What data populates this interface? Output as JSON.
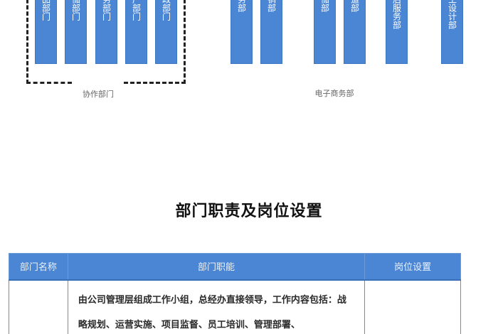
{
  "org_chart": {
    "collab_group": {
      "label": "协作部门",
      "bars": [
        {
          "text": "品部门"
        },
        {
          "text": "储部门"
        },
        {
          "text": "务部门"
        },
        {
          "text": "产部门"
        },
        {
          "text": "政部门"
        }
      ]
    },
    "ecommerce_group": {
      "label": "电子商务部",
      "bars": [
        {
          "text": "务部"
        },
        {
          "text": "销部"
        },
        {
          "text": "储部"
        },
        {
          "text": "道部"
        },
        {
          "text": "后服务部"
        },
        {
          "text": "工设计部"
        }
      ]
    },
    "bar_color": "#4a86d4"
  },
  "section": {
    "title": "部门职责及岗位设置"
  },
  "table": {
    "headers": [
      "部门名称",
      "部门职能",
      "岗位设置"
    ],
    "header_color": "#4a86d4",
    "rows": [
      {
        "name": "",
        "duties": "由公司管理层组成工作小组，总经办直接领导，工作内容包括：战略规划、运营实施、项目监督、员工培训、管理部署、",
        "positions": ""
      }
    ]
  }
}
